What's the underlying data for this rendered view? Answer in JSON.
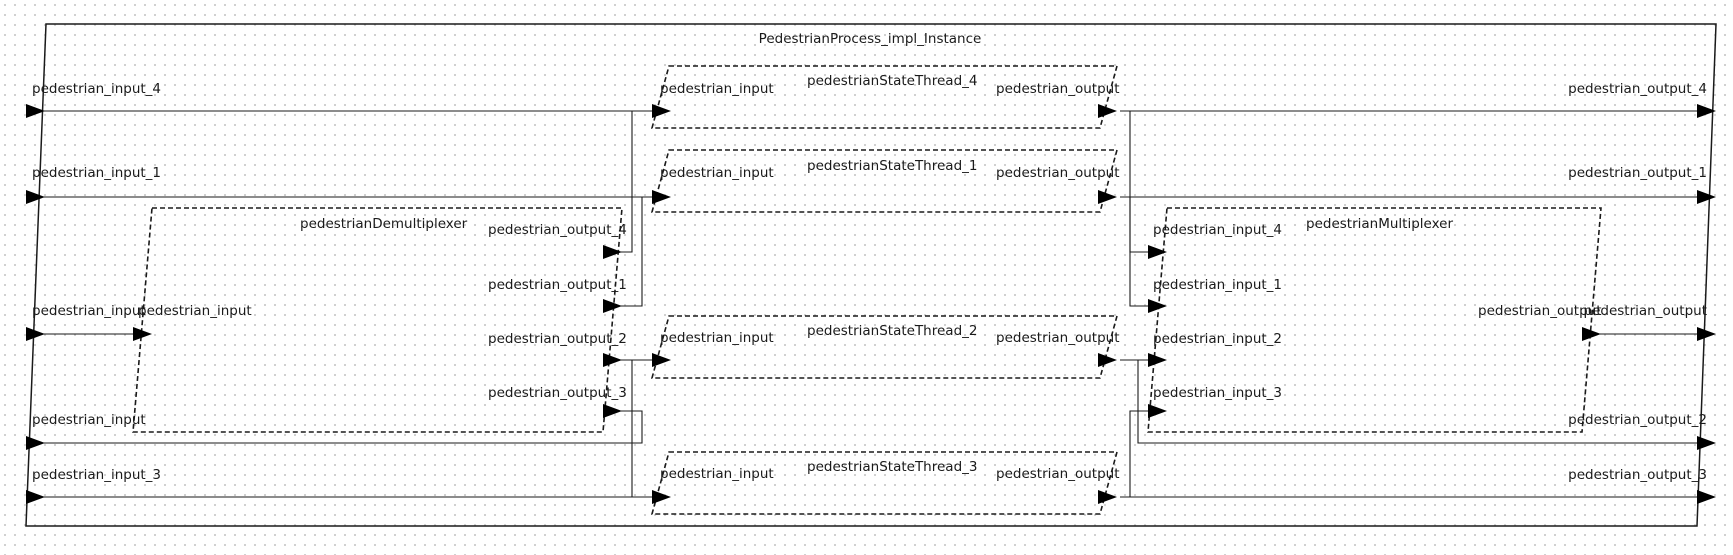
{
  "container": {
    "title": "PedestrianProcess_impl_Instance",
    "ports": {
      "in4": "pedestrian_input_4",
      "in1": "pedestrian_input_1",
      "in": "pedestrian_input",
      "in_lower": "pedestrian_input",
      "in3": "pedestrian_input_3",
      "out4": "pedestrian_output_4",
      "out1": "pedestrian_output_1",
      "out": "pedestrian_output",
      "out2": "pedestrian_output_2",
      "out3": "pedestrian_output_3"
    }
  },
  "demux": {
    "title": "pedestrianDemultiplexer",
    "in": "pedestrian_input",
    "out4": "pedestrian_output_4",
    "out1": "pedestrian_output_1",
    "out2": "pedestrian_output_2",
    "out3": "pedestrian_output_3"
  },
  "threads": [
    {
      "title": "pedestrianStateThread_4",
      "in": "pedestrian_input",
      "out": "pedestrian_output"
    },
    {
      "title": "pedestrianStateThread_1",
      "in": "pedestrian_input",
      "out": "pedestrian_output"
    },
    {
      "title": "pedestrianStateThread_2",
      "in": "pedestrian_input",
      "out": "pedestrian_output"
    },
    {
      "title": "pedestrianStateThread_3",
      "in": "pedestrian_input",
      "out": "pedestrian_output"
    }
  ],
  "mux": {
    "title": "pedestrianMultiplexer",
    "in4": "pedestrian_input_4",
    "in1": "pedestrian_input_1",
    "in2": "pedestrian_input_2",
    "in3": "pedestrian_input_3",
    "out": "pedestrian_output"
  }
}
